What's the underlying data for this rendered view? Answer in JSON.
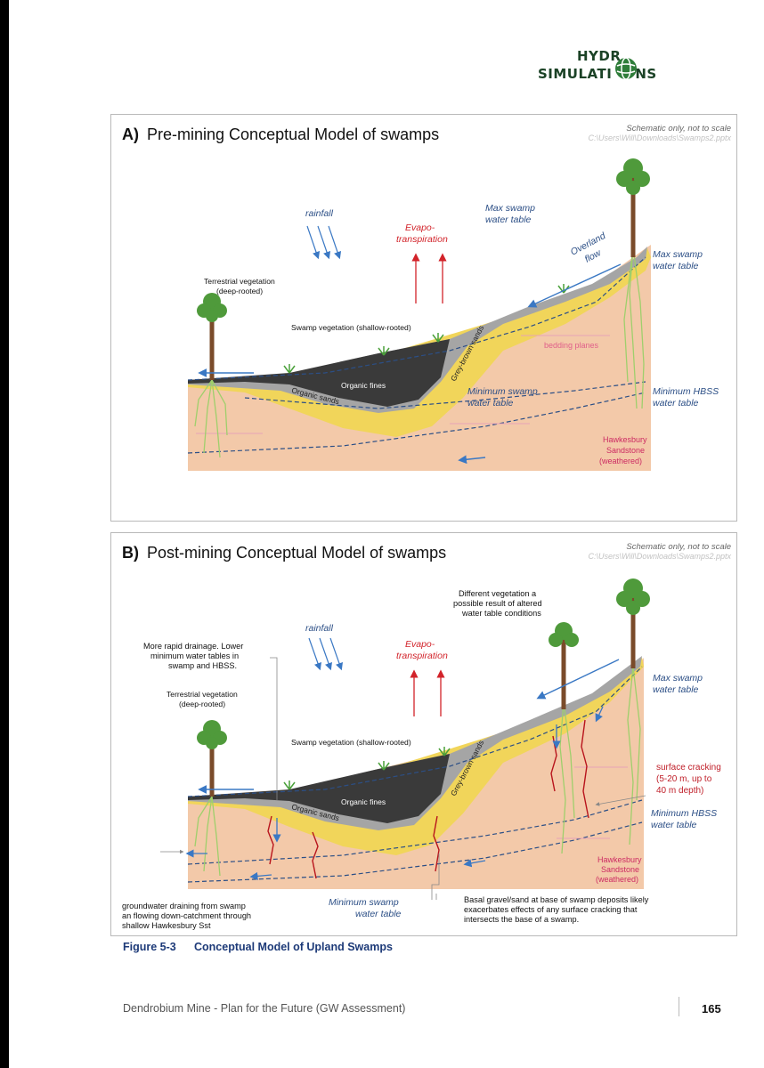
{
  "logo": {
    "line1": "HYDR",
    "line2a": "SIMULATI",
    "line2b": "NS"
  },
  "panel_a": {
    "letter": "A)",
    "title": "Pre-mining Conceptual Model of swamps",
    "schematic": "Schematic only, not to scale",
    "path": "C:\\Users\\Will\\Downloads\\Swamps2.pptx",
    "labels": {
      "rainfall": "rainfall",
      "evapo1": "Evapo-",
      "evapo2": "transpiration",
      "max_swamp_1": "Max swamp",
      "max_swamp_2": "water table",
      "overland_1": "Overland",
      "overland_2": "flow",
      "max_swamp_r1": "Max swamp",
      "max_swamp_r2": "water table",
      "terrestrial_1": "Terrestrial vegetation",
      "terrestrial_2": "(deep-rooted)",
      "swamp_veg": "Swamp vegetation (shallow-rooted)",
      "bedding": "bedding planes",
      "organic_fines": "Organic fines",
      "organic_sands": "Organic sands",
      "grey_brown": "Grey-brown sands",
      "min_swamp_1": "Minimum swamp",
      "min_swamp_2": "water table",
      "min_hbss_1": "Minimum HBSS",
      "min_hbss_2": "water table",
      "hawk_1": "Hawkesbury",
      "hawk_2": "Sandstone",
      "hawk_3": "(weathered)"
    }
  },
  "panel_b": {
    "letter": "B)",
    "title": "Post-mining Conceptual Model of swamps",
    "schematic": "Schematic only, not to scale",
    "path": "C:\\Users\\Will\\Downloads\\Swamps2.pptx",
    "labels": {
      "diff_veg_1": "Different vegetation a",
      "diff_veg_2": "possible result of altered",
      "diff_veg_3": "water table conditions",
      "rainfall": "rainfall",
      "evapo1": "Evapo-",
      "evapo2": "transpiration",
      "rapid_1": "More rapid drainage. Lower",
      "rapid_2": "minimum water tables in",
      "rapid_3": "swamp and HBSS.",
      "terrestrial_1": "Terrestrial vegetation",
      "terrestrial_2": "(deep-rooted)",
      "max_swamp_r1": "Max swamp",
      "max_swamp_r2": "water table",
      "swamp_veg": "Swamp vegetation (shallow-rooted)",
      "organic_fines": "Organic fines",
      "organic_sands": "Organic sands",
      "grey_brown": "Grey-brown sands",
      "cracking_1": "surface cracking",
      "cracking_2": "(5-20 m, up to",
      "cracking_3": "40 m depth)",
      "min_hbss_1": "Minimum HBSS",
      "min_hbss_2": "water table",
      "hawk_1": "Hawkesbury",
      "hawk_2": "Sandstone",
      "hawk_3": "(weathered)",
      "gw_1": "groundwater draining from swamp",
      "gw_2": "an flowing down-catchment through",
      "gw_3": "shallow Hawkesbury Sst",
      "min_swamp_1": "Minimum swamp",
      "min_swamp_2": "water table",
      "basal_1": "Basal gravel/sand at base of swamp deposits likely",
      "basal_2": "exacerbates effects of any surface cracking that",
      "basal_3": "intersects the base of a swamp."
    }
  },
  "caption": {
    "figure": "Figure 5-3",
    "title": "Conceptual Model of Upland Swamps"
  },
  "footer": {
    "left": "Dendrobium Mine - Plan for the Future (GW Assessment)",
    "page": "165"
  },
  "colors": {
    "sandstone": "#f3c9a9",
    "yellow_sand": "#f1d55a",
    "grey_sand": "#a5a5a5",
    "organic": "#3a3a3a",
    "water_arrow": "#3a78c4",
    "et_arrow": "#d2232a",
    "crack": "#b8141c",
    "text_blue": "#2c4f86"
  }
}
